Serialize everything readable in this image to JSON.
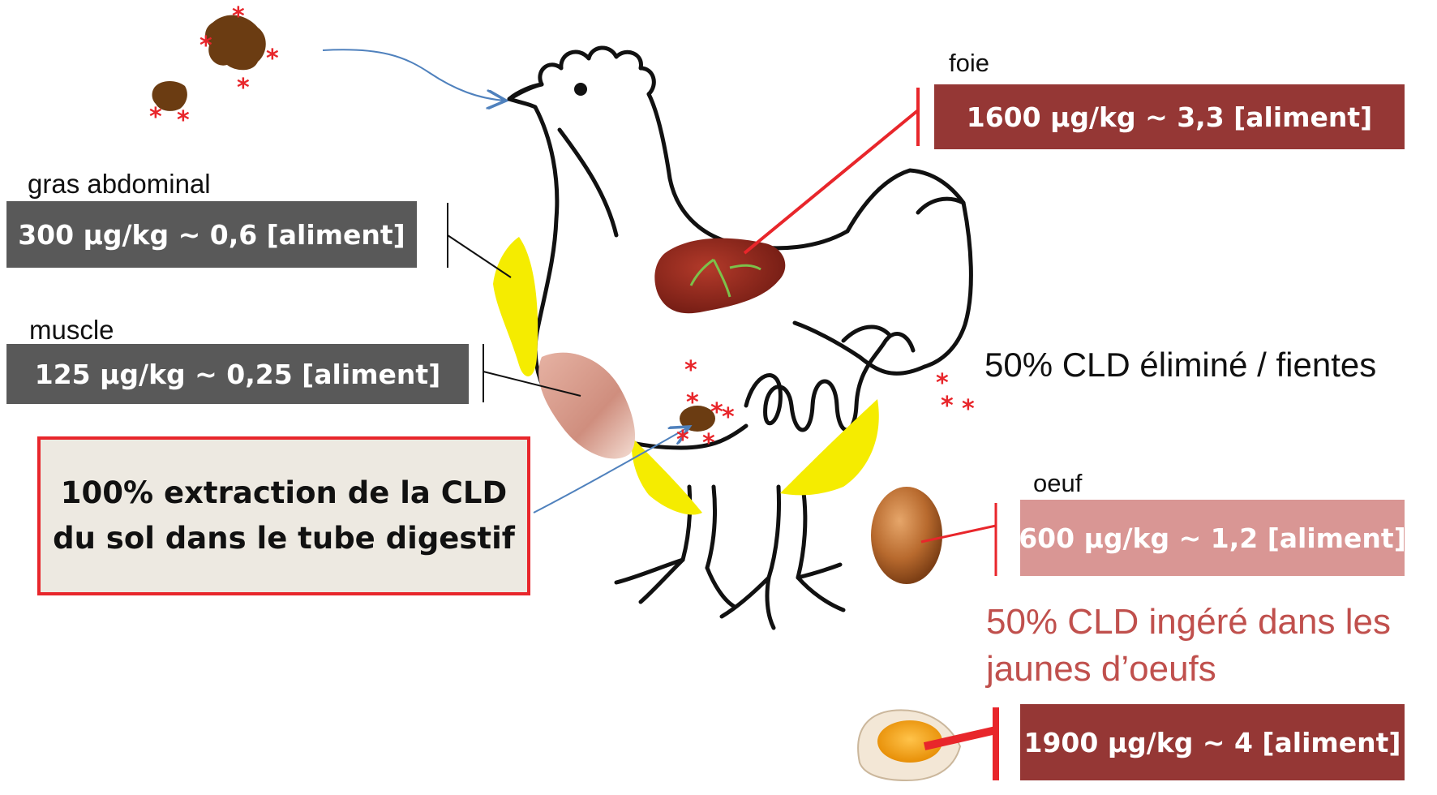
{
  "labels": {
    "foie": "foie",
    "gras": "gras abdominal",
    "muscle": "muscle",
    "oeuf": "oeuf"
  },
  "values": {
    "foie": "1600 µg/kg  ~ 3,3 [aliment]",
    "gras": "300 µg/kg ~  0,6 [aliment]",
    "muscle": "125 µg/kg ~  0,25 [aliment]",
    "oeuf": "600 µg/kg ~ 1,2 [aliment]",
    "jaune": "1900 µg/kg ~ 4 [aliment]"
  },
  "notes": {
    "excretion": "50% CLD éliminé / fientes",
    "yolk_line1": "50% CLD ingéré dans les",
    "yolk_line2": "jaunes d’oeufs",
    "extraction_line1": "100% extraction de la CLD",
    "extraction_line2": "du sol dans le tube digestif"
  },
  "glyphs": {
    "asterisk": "*"
  },
  "colors": {
    "dark_box": "#595959",
    "red_box": "#953735",
    "pink_box": "#d99694",
    "note_red": "#c0504d",
    "accent_red": "#e8262b",
    "fat_yellow": "#f5ec00",
    "soil_brown": "#6b3c12",
    "arrow_blue": "#4f81bd"
  },
  "icons": [
    "chicken-outline",
    "soil-clod-icon",
    "liver-icon",
    "muscle-icon",
    "egg-icon",
    "egg-yolk-icon",
    "arrow-icon"
  ]
}
